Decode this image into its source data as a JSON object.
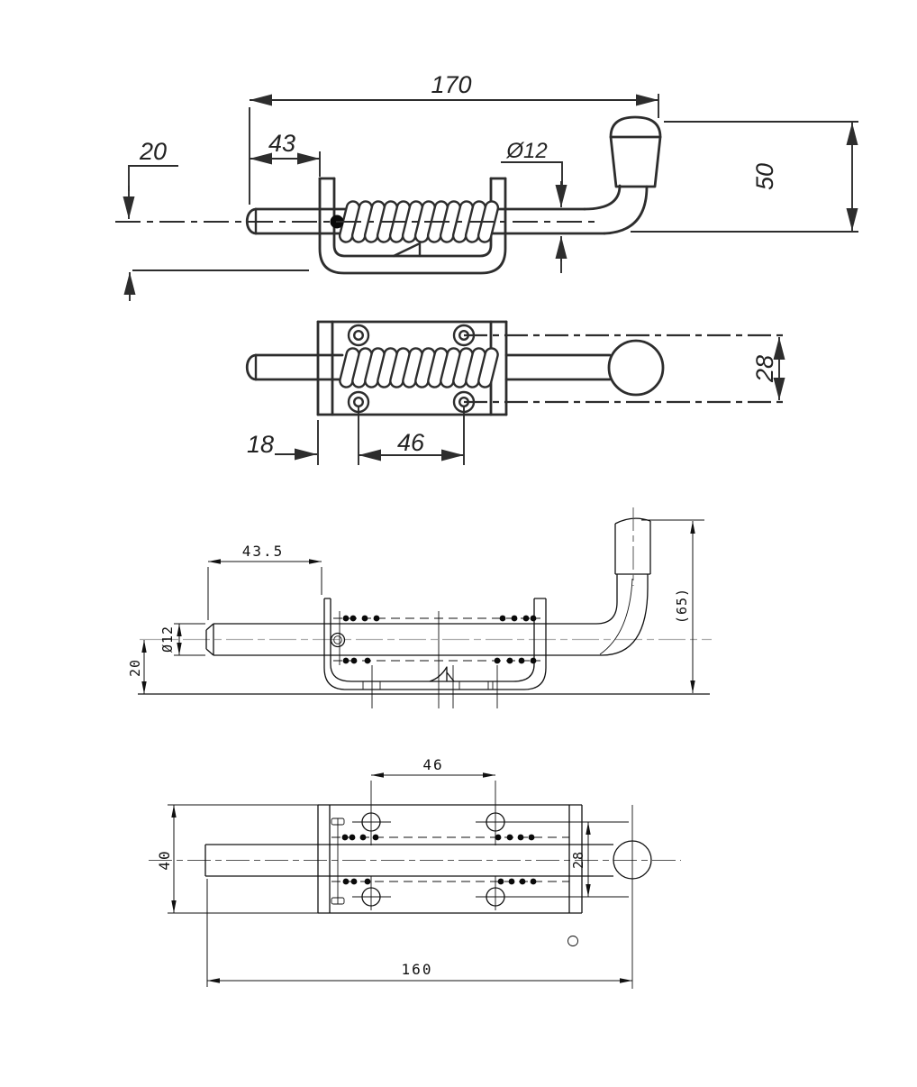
{
  "views": {
    "side_view_sketch": {
      "dims": {
        "overall_length": "170",
        "tip_to_bracket": "43",
        "bolt_drop": "20",
        "shaft_diameter": "Ø12",
        "handle_height": "50"
      }
    },
    "top_view_sketch": {
      "dims": {
        "plate_width": "28",
        "tip_length": "18",
        "hole_spacing": "46"
      }
    },
    "side_view_cad": {
      "dims": {
        "tip_to_bracket": "43.5",
        "shaft_diameter": "Ø12",
        "center_height": "20",
        "handle_height": "(65)"
      }
    },
    "top_view_cad": {
      "dims": {
        "hole_spacing": "46",
        "body_width": "40",
        "shaft_center_spacing": "28",
        "overall_length": "160"
      }
    }
  }
}
